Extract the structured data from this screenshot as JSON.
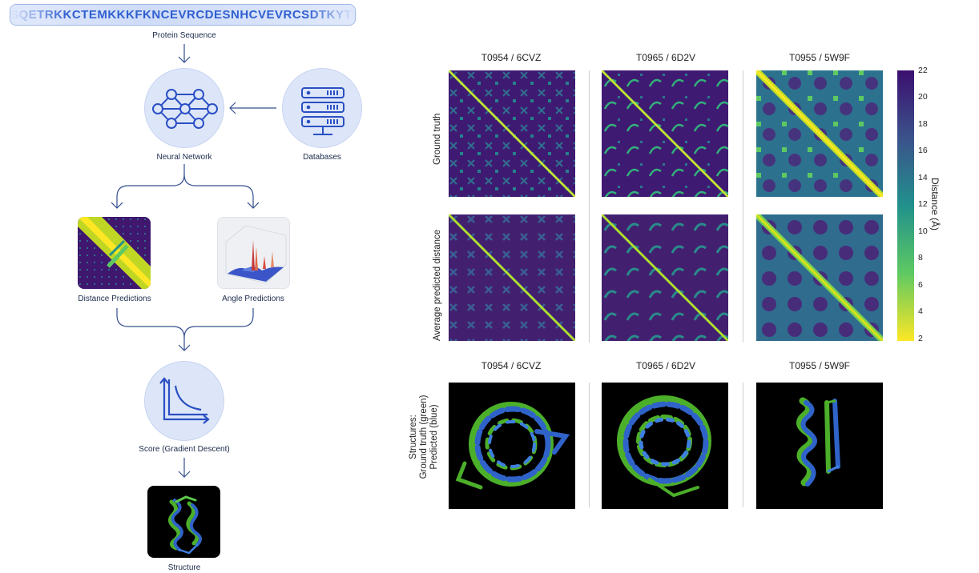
{
  "flow": {
    "sequence": "SQETRKKCTEMKKKFKNCEVRCDESNHCVEVRCSDTKYTLC",
    "sequence_label": "Protein Sequence",
    "neural_network_label": "Neural Network",
    "databases_label": "Databases",
    "distance_predictions_label": "Distance Predictions",
    "angle_predictions_label": "Angle Predictions",
    "score_label": "Score (Gradient Descent)",
    "structure_label": "Structure",
    "icons": [
      "neural-network-icon",
      "database-server-icon",
      "score-curve-icon"
    ]
  },
  "comparison": {
    "columns": [
      "T0954 / 6CVZ",
      "T0965 / 6D2V",
      "T0955 / 5W9F"
    ],
    "row_labels": [
      "Ground truth",
      "Average predicted distance"
    ],
    "structure_columns": [
      "T0954 / 6CVZ",
      "T0965 / 6D2V",
      "T0955 / 5W9F"
    ],
    "structure_row_label_lines": [
      "Structures:",
      "Ground truth (green)",
      "Predicted (blue)"
    ]
  },
  "colorbar": {
    "label": "Distance (Å)",
    "ticks": [
      "22",
      "20",
      "18",
      "16",
      "14",
      "12",
      "10",
      "8",
      "6",
      "4",
      "2"
    ],
    "colors": [
      "#3b0f70",
      "#3b528b",
      "#21918c",
      "#5ec962",
      "#fde725"
    ]
  }
}
